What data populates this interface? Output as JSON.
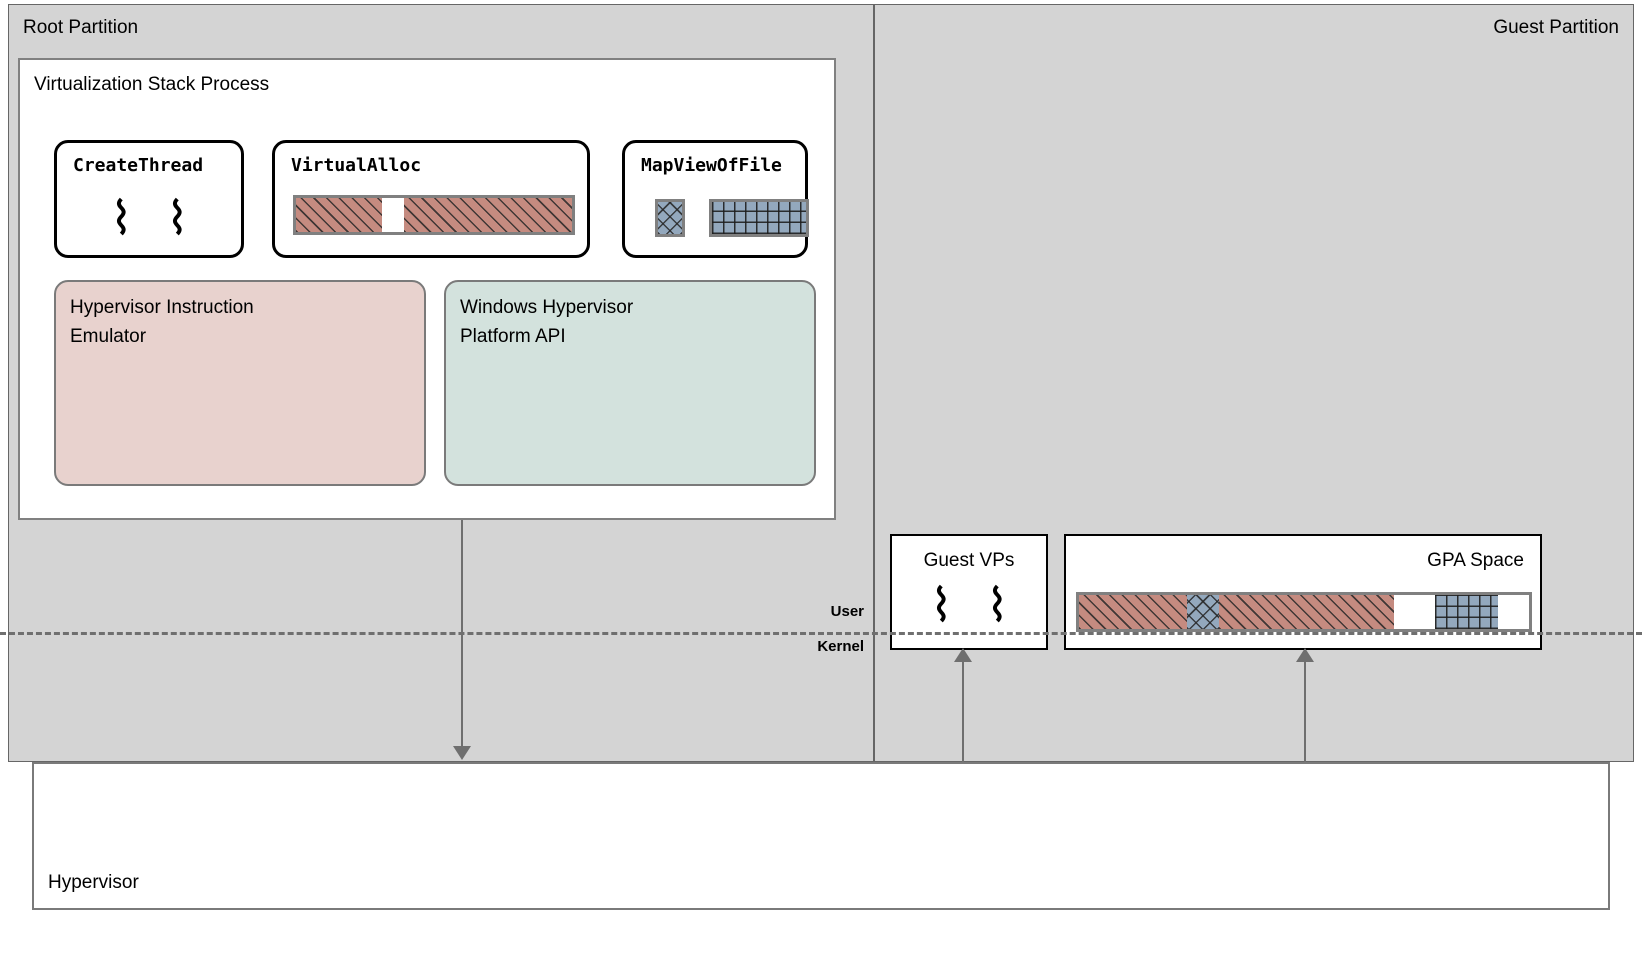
{
  "diagram": {
    "title": "Windows Hypervisor Platform partitions diagram",
    "colors": {
      "partition_fill": "#d4d4d4",
      "panel_border": "#7a7a7a",
      "hie_fill": "#e8d2ce",
      "whp_fill": "#d3e2dd",
      "diag_pattern_fill": "#c58b80",
      "grid_pattern_fill": "#93a8bd",
      "arrow": "#6f6f6f",
      "text": "#000000"
    }
  },
  "root_partition": {
    "label": "Root Partition",
    "virtualization_stack": {
      "label": "Virtualization Stack Process",
      "api_boxes": [
        {
          "name": "create-thread",
          "title": "CreateThread",
          "content_type": "threads",
          "thread_glyph": "⌇",
          "thread_count": 2
        },
        {
          "name": "virtual-alloc",
          "title": "VirtualAlloc",
          "content_type": "memory-bar",
          "segments": [
            {
              "pattern": "diag",
              "width_pct": 31
            },
            {
              "pattern": "blank",
              "width_pct": 8
            },
            {
              "pattern": "diag",
              "width_pct": 61
            }
          ]
        },
        {
          "name": "map-view-of-file",
          "title": "MapViewOfFile",
          "content_type": "memory-icons",
          "icons": [
            {
              "pattern": "cross",
              "name": "crosshatch-block-icon"
            },
            {
              "pattern": "grid",
              "name": "grid-block-icon"
            }
          ]
        }
      ],
      "components": [
        {
          "name": "hypervisor-instruction-emulator",
          "label": "Hypervisor Instruction\nEmulator",
          "fill": "#e8d2ce"
        },
        {
          "name": "windows-hypervisor-platform-api",
          "label": "Windows Hypervisor\nPlatform API",
          "fill": "#d3e2dd"
        }
      ]
    }
  },
  "guest_partition": {
    "label": "Guest Partition",
    "guest_vps": {
      "label": "Guest VPs",
      "thread_glyph": "⌇",
      "thread_count": 2
    },
    "gpa_space": {
      "label": "GPA Space",
      "segments": [
        {
          "pattern": "diag",
          "width_pct": 24
        },
        {
          "pattern": "cross",
          "width_pct": 7
        },
        {
          "pattern": "diag",
          "width_pct": 39
        },
        {
          "pattern": "blank",
          "width_pct": 9
        },
        {
          "pattern": "grid",
          "width_pct": 14
        },
        {
          "pattern": "blank",
          "width_pct": 7
        }
      ]
    }
  },
  "divider": {
    "upper_label": "User",
    "lower_label": "Kernel"
  },
  "hypervisor": {
    "label": "Hypervisor"
  },
  "arrows": [
    {
      "name": "virtualization-stack-to-hypervisor",
      "direction": "down"
    },
    {
      "name": "hypervisor-to-guest-vps",
      "direction": "up"
    },
    {
      "name": "hypervisor-to-gpa-space",
      "direction": "up"
    }
  ]
}
